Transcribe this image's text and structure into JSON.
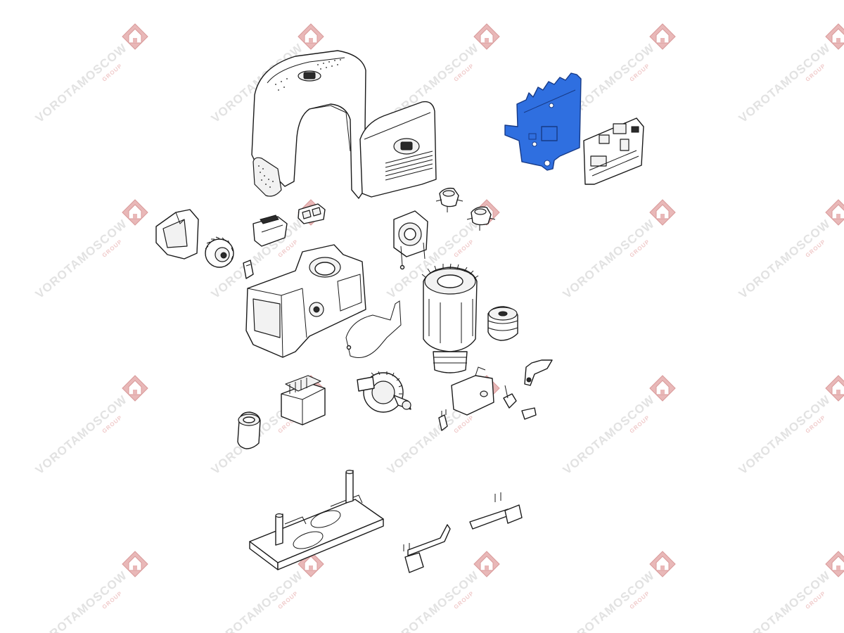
{
  "watermark": {
    "brand": "VOROTAMOSCOW",
    "group": "GROUP",
    "logo_color": "#e9b8b8",
    "text_color": "#e2e2e2"
  },
  "diagram": {
    "highlight_color": "#2f6fe0",
    "line_color": "#1a1a1a",
    "highlighted_part": "control-board-mounting-bracket"
  }
}
